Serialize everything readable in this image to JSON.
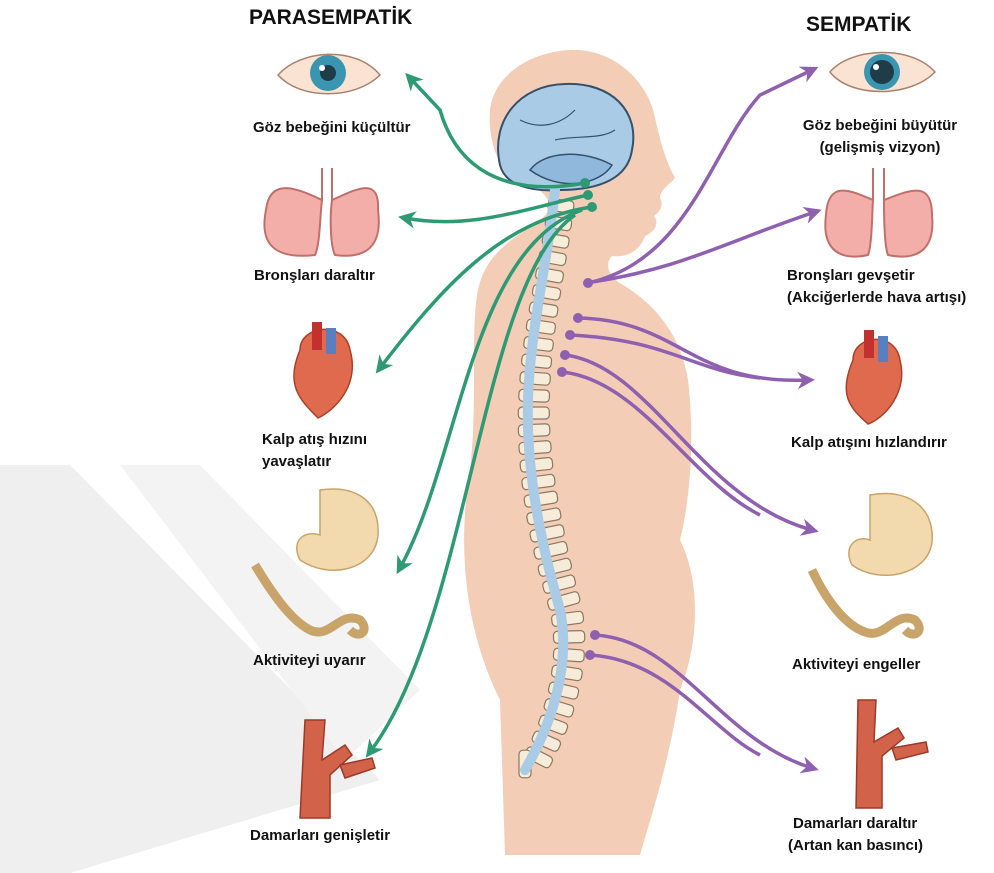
{
  "headers": {
    "parasympathetic": "PARASEMPATİK",
    "sympathetic": "SEMPATİK"
  },
  "parasympathetic": [
    {
      "organ": "eye",
      "icon": "eye-icon",
      "label": "Göz bebeğini küçültür"
    },
    {
      "organ": "lungs",
      "icon": "lungs-icon",
      "label": "Bronşları daraltır"
    },
    {
      "organ": "heart",
      "icon": "heart-icon",
      "label_line1": "Kalp atış hızını",
      "label_line2": "yavaşlatır"
    },
    {
      "organ": "digestive",
      "icon": "stomach-icon",
      "label": "Aktiviteyi uyarır"
    },
    {
      "organ": "vessels",
      "icon": "blood-vessel-icon",
      "label": "Damarları genişletir"
    }
  ],
  "sympathetic": [
    {
      "organ": "eye",
      "icon": "eye-icon",
      "label_line1": "Göz bebeğini büyütür",
      "label_line2": "(gelişmiş vizyon)"
    },
    {
      "organ": "lungs",
      "icon": "lungs-icon",
      "label_line1": "Bronşları gevşetir",
      "label_line2": "(Akciğerlerde hava artışı)"
    },
    {
      "organ": "heart",
      "icon": "heart-icon",
      "label": "Kalp atışını hızlandırır"
    },
    {
      "organ": "digestive",
      "icon": "stomach-icon",
      "label": "Aktiviteyi engeller"
    },
    {
      "organ": "vessels",
      "icon": "blood-vessel-icon",
      "label_line1": "Damarları daraltır",
      "label_line2": "(Artan kan basıncı)"
    }
  ],
  "colors": {
    "parasympathetic_arrow": "#2e9a74",
    "sympathetic_arrow": "#8f5fb0",
    "body": "#f3cdb6",
    "brain": "#a9cbe6",
    "spine_cord": "#a9cbe6",
    "vertebra": "#f6ecd9",
    "watermark": "#ececec"
  }
}
